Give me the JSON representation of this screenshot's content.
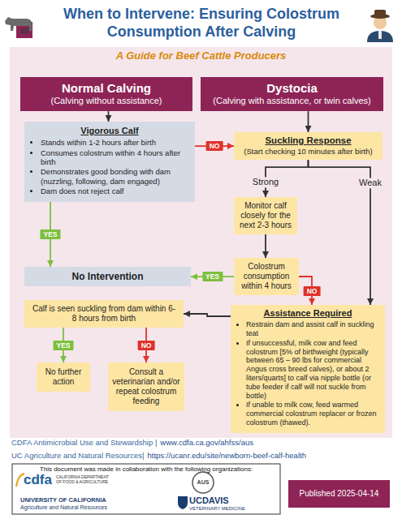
{
  "diagram": {
    "title": "When to Intervene: Ensuring Colostrum Consumption After Calving",
    "nodes": [
      {
        "text": [
          "A Guide for Beef Cattle Producers"
        ]
      },
      {
        "text": [
          "Normal Calving",
          "(Calving without assistance)"
        ],
        "in": 0
      },
      {
        "text": [
          "Dystocia",
          "(Calving with assistance, or twin calves)"
        ],
        "in": 0
      },
      {
        "text": [
          "Vigorous Calf",
          "Stands within 1-2 hours after birth",
          "Consumes colostrum within 4 hours after birth",
          "Demonstrates good bonding with dam (nuzzling, following, dam engaged)",
          "Dam does not reject calf"
        ],
        "in": 0
      },
      {
        "text": [
          "Suckling Response",
          "(Start checking 10 minutes after birth)"
        ],
        "in": 0
      },
      {
        "text": [
          "Monitor calf closely for the next 2-3 hours"
        ],
        "in": 0
      },
      {
        "text": [
          "No Intervention"
        ],
        "in": 0
      },
      {
        "text": [
          "Colostrum consumption within 4 hours"
        ],
        "in": 0
      },
      {
        "text": [
          "Calf is seen suckling from dam within 6-8 hours from birth"
        ],
        "in": 0
      },
      {
        "text": [
          "Assistance Required",
          "Restrain dam and assist calf in suckling teat",
          "If unsuccessful, milk cow and feed colostrum [5% of birthweight (typically between 65 – 90 lbs for commercial Angus cross breed calves), or about 2 liters/quarts] to calf via nipple bottle (or tube feeder if calf will not suckle from bottle)",
          "If unable to milk cow, feed warmed commercial colostrum replacer or frozen colostrum (thawed)."
        ],
        "in": 0
      },
      {
        "text": [
          "No further action"
        ],
        "in": 0
      },
      {
        "text": [
          "Consult a veterinarian and/or repeat colostrum feeding"
        ],
        "in": 0
      },
      {
        "text": [
          "This document was made in collaboration with the following organizations:",
          "cdfa",
          "CALIFORNIA DEPARTMENT OF FOOD & AGRICULTURE",
          "AUS",
          "UNIVERSITY OF CALIFORNIA",
          "Agriculture and Natural Resources",
          "UCDAVIS",
          "VETERINARY MEDICINE"
        ]
      },
      {
        "text": [
          "Published 2025-04-14"
        ]
      }
    ],
    "edges": [
      {
        "from": 1,
        "to": 3,
        "arrow": "to"
      },
      {
        "from": 2,
        "to": 4,
        "arrow": "to"
      },
      {
        "from": 3,
        "to": 4,
        "label": "NO",
        "arrow": "to"
      },
      {
        "from": 3,
        "to": 6,
        "label": "YES",
        "arrow": "to"
      },
      {
        "from": 4,
        "to": 5,
        "label": "Strong",
        "arrow": "to"
      },
      {
        "from": 4,
        "to": 9,
        "label": "Weak",
        "arrow": "to"
      },
      {
        "from": 5,
        "to": 7,
        "arrow": "to"
      },
      {
        "from": 7,
        "to": 6,
        "label": "YES",
        "arrow": "to"
      },
      {
        "from": 7,
        "to": 9,
        "label": "NO",
        "arrow": "to"
      },
      {
        "from": 9,
        "to": 8,
        "arrow": "to"
      },
      {
        "from": 8,
        "to": 10,
        "label": "YES",
        "arrow": "to"
      },
      {
        "from": 8,
        "to": 11,
        "label": "NO",
        "arrow": "to"
      }
    ],
    "labels": [
      "CDFA Antimicrobial Use and Stewardship |",
      "www.cdfa.ca.gov/ahfss/aus",
      "UC Agriculture and Natural Resources|",
      "https://ucanr.edu/site/newborn-beef-calf-health"
    ]
  }
}
